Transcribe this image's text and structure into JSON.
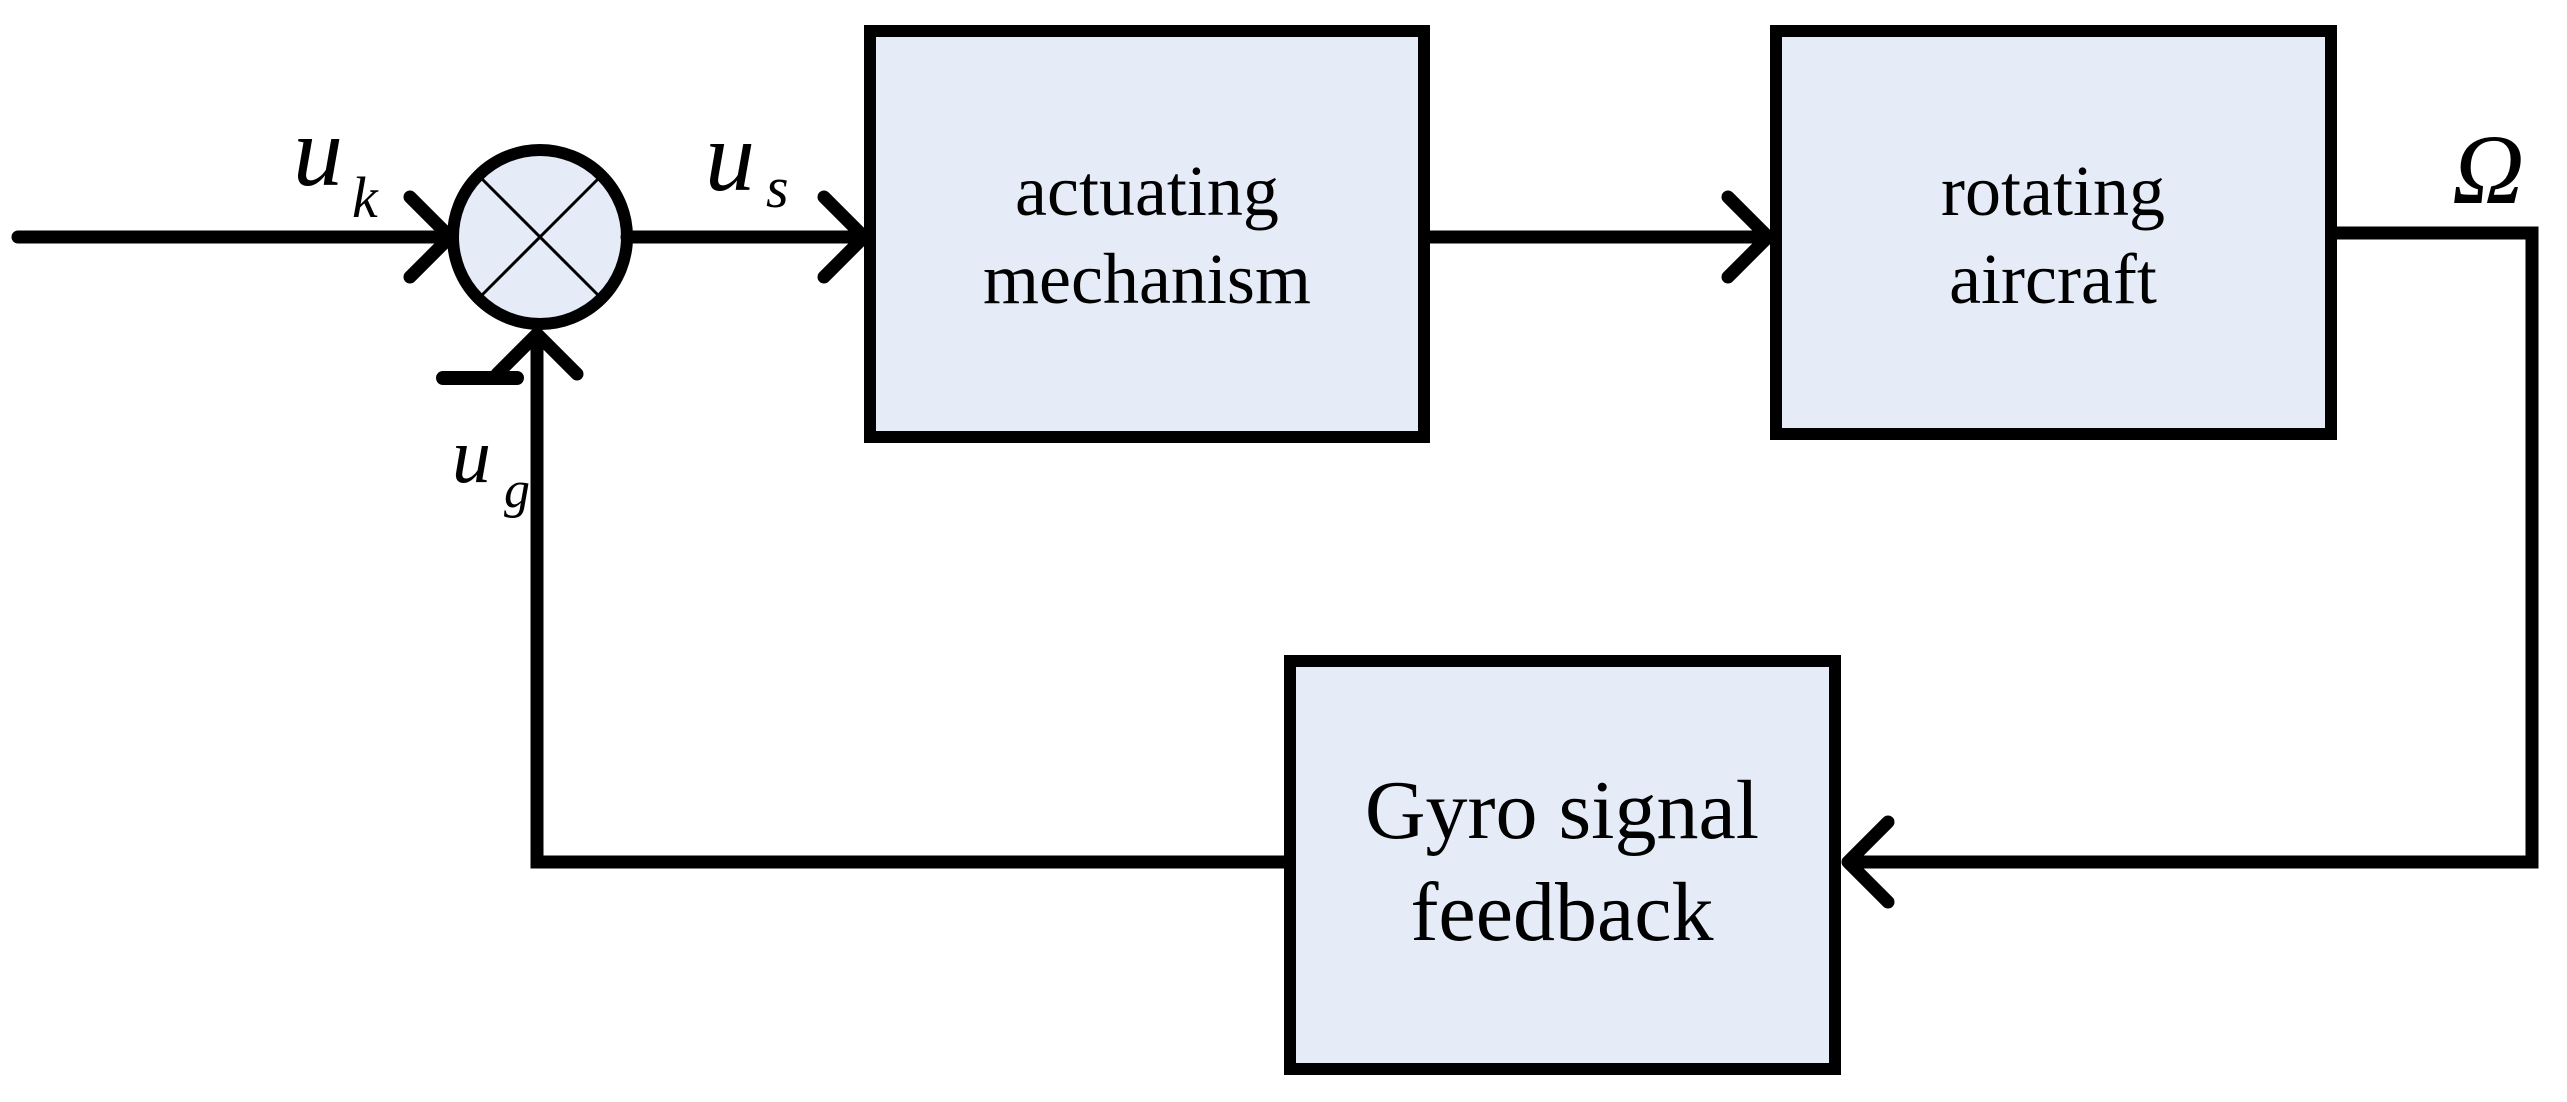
{
  "diagram": {
    "background_color": "#ffffff",
    "line_color": "#000000",
    "block_fill_color": "#e6ecf7",
    "blocks": [
      {
        "label_lines": [
          "actuating",
          "mechanism"
        ]
      },
      {
        "label_lines": [
          "rotating",
          "aircraft"
        ]
      },
      {
        "label_lines": [
          "Gyro signal",
          "feedback"
        ]
      }
    ],
    "signals": {
      "input": {
        "base": "u",
        "subscript": "k"
      },
      "summed": {
        "base": "u",
        "subscript": "s"
      },
      "feedback": {
        "base": "u",
        "subscript": "g"
      },
      "output": "Ω"
    },
    "summing_junction": {
      "sign": "−"
    }
  }
}
